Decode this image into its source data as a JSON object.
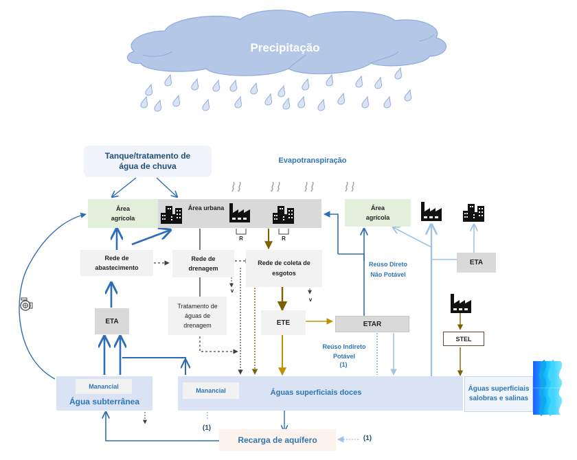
{
  "diagram": {
    "title": "Precipitação",
    "colors": {
      "cloud": "#b4c7e7",
      "blue_arrow": "#2e6db4",
      "light_blue_arrow": "#9dc3e6",
      "brown_arrow": "#7f6000",
      "gold_arrow": "#bf8f00",
      "text_blue": "#2e75b6"
    },
    "nodes": {
      "rainwater_tank": "Tanque/tratamento de água de chuva",
      "evapotranspiration": "Evapotranspiração",
      "agri_area_1": "Área agrícola",
      "urban_area": "Área urbana",
      "agri_area_2": "Área agrícola",
      "supply_network": "Rede de abastecimento",
      "drainage_network": "Rede de drenagem",
      "sewage_network": "Rede de coleta de esgotos",
      "drainage_treatment": "Tratamento de águas de drenagem",
      "eta_left": "ETA",
      "eta_right": "ETA",
      "ete": "ETE",
      "etar": "ETAR",
      "stel": "STEL",
      "manancial_ground": "Manancial",
      "groundwater": "Água subterrânea",
      "manancial_surface": "Manancial",
      "fresh_surface_water": "Águas superficiais doces",
      "saline_surface_water": "Águas superficiais salobras e salinas",
      "aquifer_recharge": "Recarga de aquífero"
    },
    "labels": {
      "direct_reuse": "Reúso Direto Não Potável",
      "indirect_reuse": "Reúso Indireto Potável",
      "indirect_reuse_note": "(1)",
      "note_1a": "(1)",
      "note_1b": "(1)",
      "recirc_r1": "R",
      "recirc_r2": "R",
      "leak_v1": "v",
      "leak_v2": "v"
    },
    "icons": [
      "cloud-icon",
      "raindrop-icon",
      "steam-icon",
      "buildings-icon",
      "factory-icon",
      "pump-icon",
      "waves-icon"
    ]
  }
}
